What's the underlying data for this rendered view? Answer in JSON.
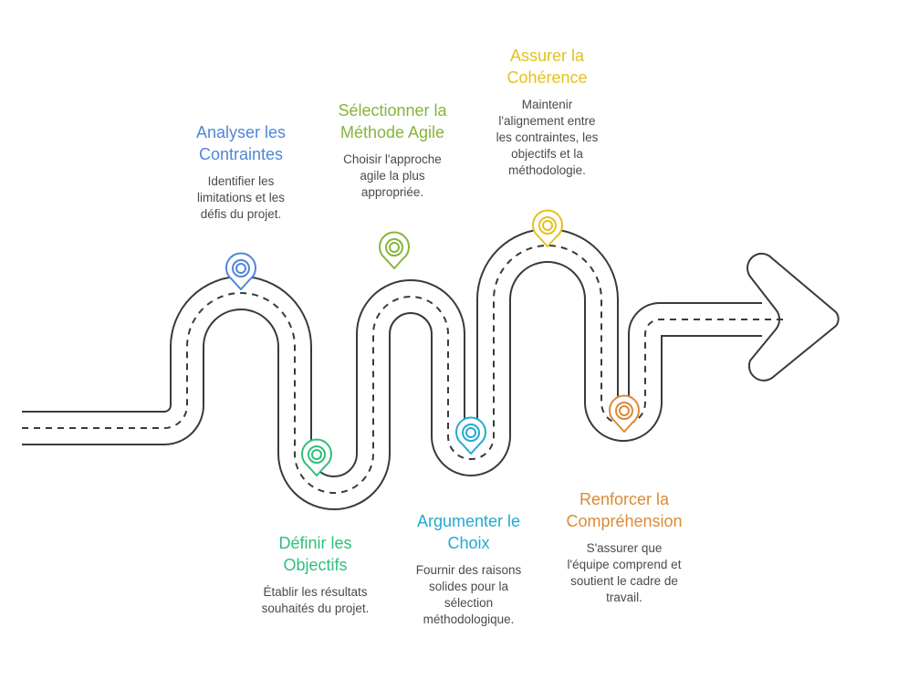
{
  "steps": [
    {
      "id": "analyser",
      "title_lines": [
        "Analyser les",
        "Contraintes"
      ],
      "desc_lines": [
        "Identifier les",
        "limitations et les",
        "défis du projet."
      ],
      "color": "#4f86d8",
      "icon": "map-pin-icon"
    },
    {
      "id": "definir",
      "title_lines": [
        "Définir les",
        "Objectifs"
      ],
      "desc_lines": [
        "Établir les résultats",
        "souhaités du projet."
      ],
      "color": "#2fbf7a",
      "icon": "map-pin-icon"
    },
    {
      "id": "selectionner",
      "title_lines": [
        "Sélectionner la",
        "Méthode Agile"
      ],
      "desc_lines": [
        "Choisir l'approche",
        "agile la plus",
        "appropriée."
      ],
      "color": "#86b53a",
      "icon": "map-pin-icon"
    },
    {
      "id": "argumenter",
      "title_lines": [
        "Argumenter le",
        "Choix"
      ],
      "desc_lines": [
        "Fournir des raisons",
        "solides pour la",
        "sélection",
        "méthodologique."
      ],
      "color": "#24a9d2",
      "icon": "map-pin-icon"
    },
    {
      "id": "assurer",
      "title_lines": [
        "Assurer la",
        "Cohérence"
      ],
      "desc_lines": [
        "Maintenir",
        "l'alignement entre",
        "les contraintes, les",
        "objectifs et la",
        "méthodologie."
      ],
      "color": "#e2c21f",
      "icon": "map-pin-icon"
    },
    {
      "id": "renforcer",
      "title_lines": [
        "Renforcer la",
        "Compréhension"
      ],
      "desc_lines": [
        "S'assurer que",
        "l'équipe comprend et",
        "soutient le cadre de",
        "travail."
      ],
      "color": "#dd8a35",
      "icon": "map-pin-icon"
    }
  ],
  "road": {
    "stroke_color": "#3a3a3a",
    "fill_color": "#ffffff",
    "icon": "arrow-road-icon"
  }
}
